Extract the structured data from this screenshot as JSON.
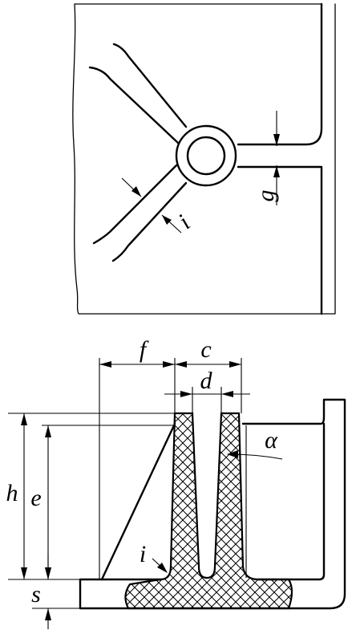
{
  "top_view": {
    "labels": {
      "g": "g",
      "i": "i"
    }
  },
  "section_view": {
    "labels": {
      "f": "f",
      "c": "c",
      "d": "d",
      "alpha": "α",
      "h": "h",
      "e": "e",
      "i": "i",
      "s": "s"
    }
  },
  "colors": {
    "line": "#000000",
    "background": "#ffffff"
  }
}
